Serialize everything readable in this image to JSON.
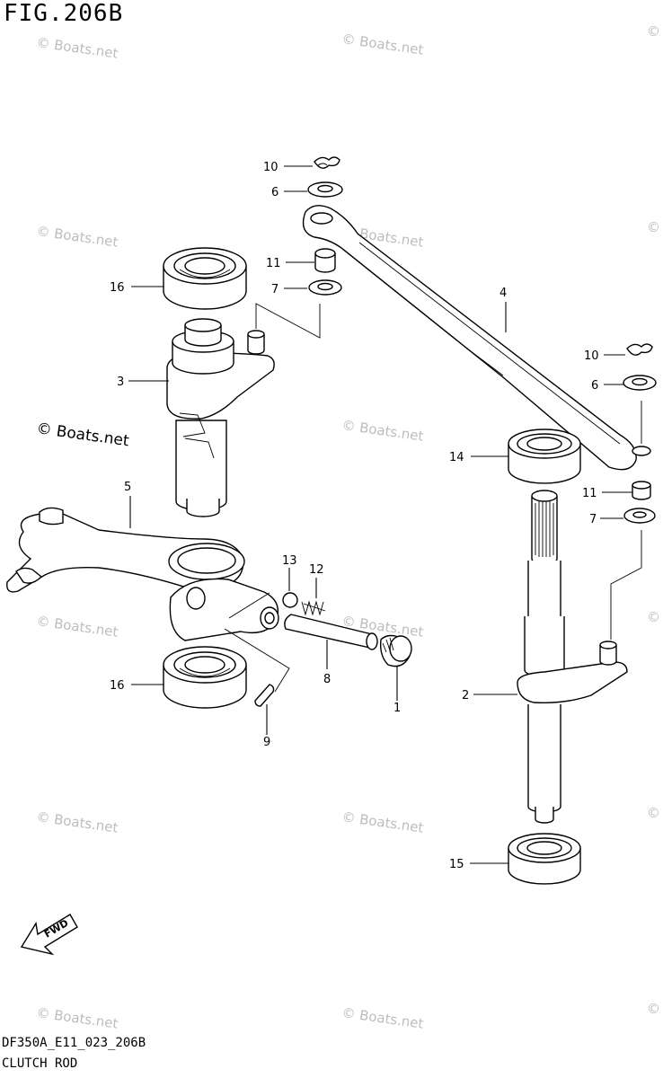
{
  "figure": {
    "title": "FIG.206B",
    "code": "DF350A_E11_023_206B",
    "name": "CLUTCH ROD"
  },
  "watermark": {
    "text": "© Boats.net",
    "prominent_text": "© Boats.net",
    "copyright_symbol": "©"
  },
  "callouts": {
    "c1": "1",
    "c2": "2",
    "c3": "3",
    "c4": "4",
    "c5": "5",
    "c6a": "6",
    "c6b": "6",
    "c7a": "7",
    "c7b": "7",
    "c8": "8",
    "c9": "9",
    "c10a": "10",
    "c10b": "10",
    "c11a": "11",
    "c11b": "11",
    "c12": "12",
    "c13": "13",
    "c14": "14",
    "c15": "15",
    "c16a": "16",
    "c16b": "16"
  },
  "fwd_label": "FWD"
}
